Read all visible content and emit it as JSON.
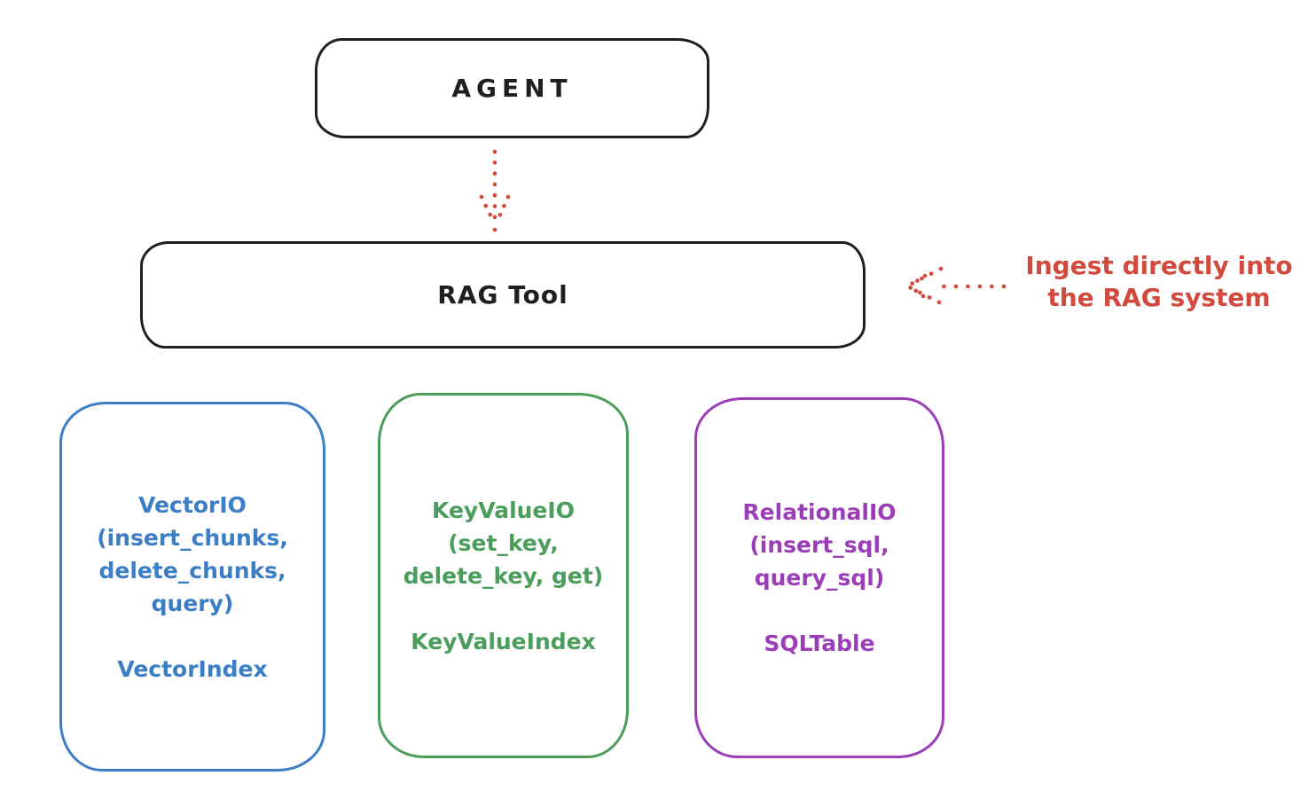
{
  "diagram": {
    "agent": {
      "label": "AGENT"
    },
    "rag_tool": {
      "label": "RAG Tool"
    },
    "annotation": {
      "line1": "Ingest directly into",
      "line2": "the RAG system"
    },
    "arrows": [
      {
        "name": "agent-to-rag",
        "style": "dotted",
        "direction": "down"
      },
      {
        "name": "ingest-into-rag",
        "style": "dotted",
        "direction": "left"
      }
    ],
    "colors": {
      "outline": "#1f1f1f",
      "red": "#d24a3d",
      "blue": "#3b7ec5",
      "green": "#4a9d5b",
      "purple": "#9c3db8"
    },
    "io_boxes": [
      {
        "id": "vector-io",
        "color": "#3b7ec5",
        "lines": [
          "VectorIO",
          "(insert_chunks,",
          "delete_chunks,",
          "query)"
        ],
        "index_label": "VectorIndex"
      },
      {
        "id": "keyvalue-io",
        "color": "#4a9d5b",
        "lines": [
          "KeyValueIO",
          "(set_key,",
          "delete_key, get)"
        ],
        "index_label": "KeyValueIndex"
      },
      {
        "id": "relational-io",
        "color": "#9c3db8",
        "lines": [
          "RelationalIO",
          "(insert_sql,",
          "query_sql)"
        ],
        "index_label": "SQLTable"
      }
    ]
  }
}
